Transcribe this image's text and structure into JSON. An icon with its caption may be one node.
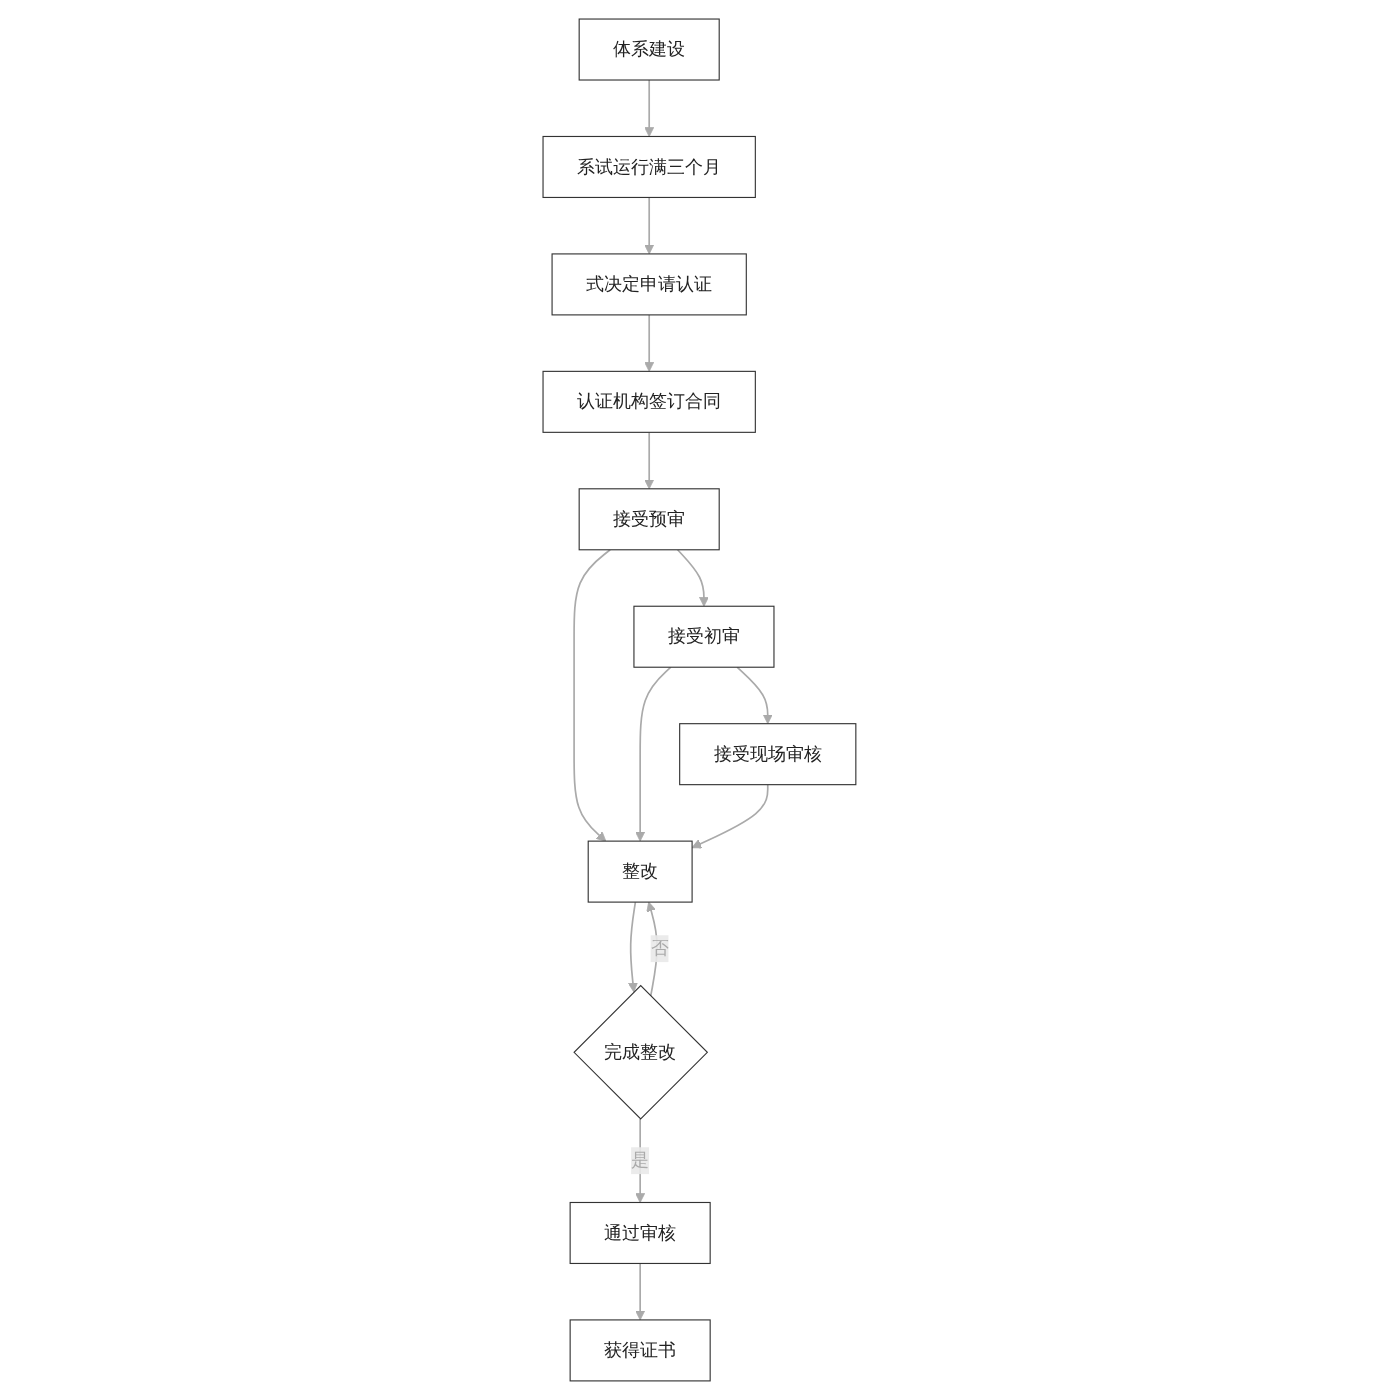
{
  "diagram": {
    "nodes": [
      {
        "text": [
          "体系建设"
        ]
      },
      {
        "text": [
          "系试运行满三个月"
        ]
      },
      {
        "text": [
          "式决定申请认证"
        ]
      },
      {
        "text": [
          "认证机构签订合同"
        ]
      },
      {
        "text": [
          "接受预审"
        ]
      },
      {
        "text": [
          "接受初审"
        ]
      },
      {
        "text": [
          "接受现场审核"
        ]
      },
      {
        "text": [
          "整改"
        ]
      },
      {
        "text": [
          "完成整改"
        ]
      },
      {
        "text": [
          "通过审核"
        ]
      },
      {
        "text": [
          "获得证书"
        ]
      }
    ],
    "edges": [
      {
        "from": 0,
        "to": 1,
        "arrow": "to"
      },
      {
        "from": 1,
        "to": 2,
        "arrow": "to"
      },
      {
        "from": 2,
        "to": 3,
        "arrow": "to"
      },
      {
        "from": 3,
        "to": 4,
        "arrow": "to"
      },
      {
        "from": 4,
        "to": 5,
        "arrow": "to"
      },
      {
        "from": 5,
        "to": 6,
        "arrow": "to"
      },
      {
        "from": 4,
        "to": 7,
        "arrow": "to"
      },
      {
        "from": 5,
        "to": 7,
        "arrow": "to"
      },
      {
        "from": 6,
        "to": 7,
        "arrow": "to"
      },
      {
        "from": 7,
        "to": 8,
        "arrow": "to"
      },
      {
        "from": 8,
        "to": 7,
        "arrow": "to",
        "label": "否"
      },
      {
        "from": 8,
        "to": 9,
        "arrow": "to",
        "label": "是"
      },
      {
        "from": 9,
        "to": 10,
        "arrow": "to"
      }
    ]
  }
}
